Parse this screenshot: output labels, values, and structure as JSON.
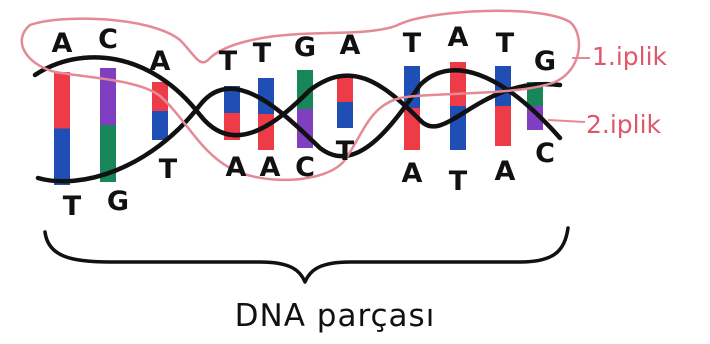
{
  "strand1": {
    "label": "1.iplik",
    "bases": [
      "A",
      "C",
      "A",
      "T",
      "T",
      "G",
      "A",
      "T",
      "A",
      "T",
      "G"
    ]
  },
  "strand2": {
    "label": "2.iplik",
    "bases": [
      "T",
      "G",
      "T",
      "A",
      "A",
      "C",
      "T",
      "A",
      "T",
      "A",
      "C"
    ]
  },
  "caption": "DNA parçası",
  "colors": {
    "label": "#e0566a",
    "outline": "#e48a95",
    "backbone": "#111111",
    "A": "#ee3b48",
    "T": "#1f4fb5",
    "G": "#17875a",
    "C": "#7f3fc0",
    "brace": "#111111"
  }
}
